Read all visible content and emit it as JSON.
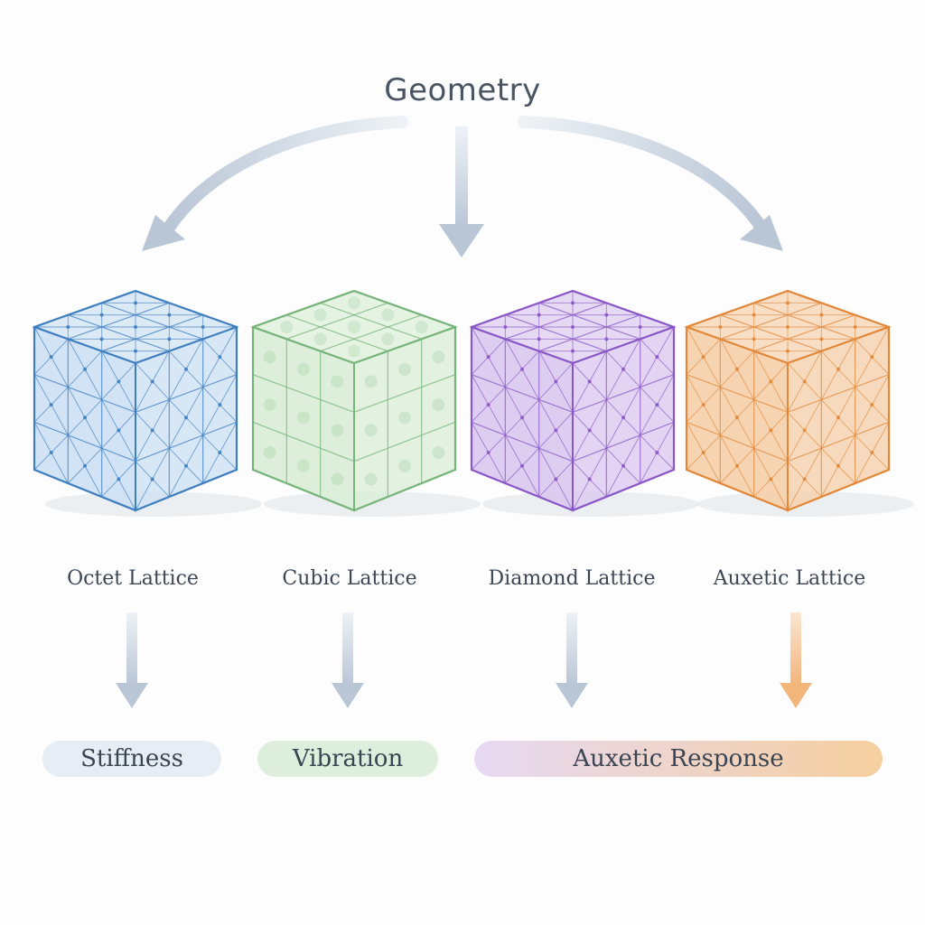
{
  "title": "Geometry",
  "colors": {
    "arrow": "#c3cedb",
    "octet": "#3f7fc0",
    "cubic": "#77b47a",
    "diamond": "#8a58c6",
    "auxetic": "#e2883a"
  },
  "lattices": [
    {
      "label": "Octet Lattice",
      "color": "#3f7fc0",
      "fill": "#cfe2f4",
      "pattern": "octet"
    },
    {
      "label": "Cubic Lattice",
      "color": "#77b47a",
      "fill": "#dcefd9",
      "pattern": "cubic"
    },
    {
      "label": "Diamond Lattice",
      "color": "#8a58c6",
      "fill": "#dccbf0",
      "pattern": "octet"
    },
    {
      "label": "Auxetic Lattice",
      "color": "#e2883a",
      "fill": "#f6d2ae",
      "pattern": "octet"
    }
  ],
  "responses": [
    {
      "label": "Stiffness",
      "gradient": [
        "#e6edf5",
        "#e6edf5"
      ]
    },
    {
      "label": "Vibration",
      "gradient": [
        "#ddeedd",
        "#ddeedd"
      ]
    },
    {
      "label": "Auxetic Response",
      "gradient": [
        "#e6d9f3",
        "#f6cf9f"
      ]
    }
  ]
}
